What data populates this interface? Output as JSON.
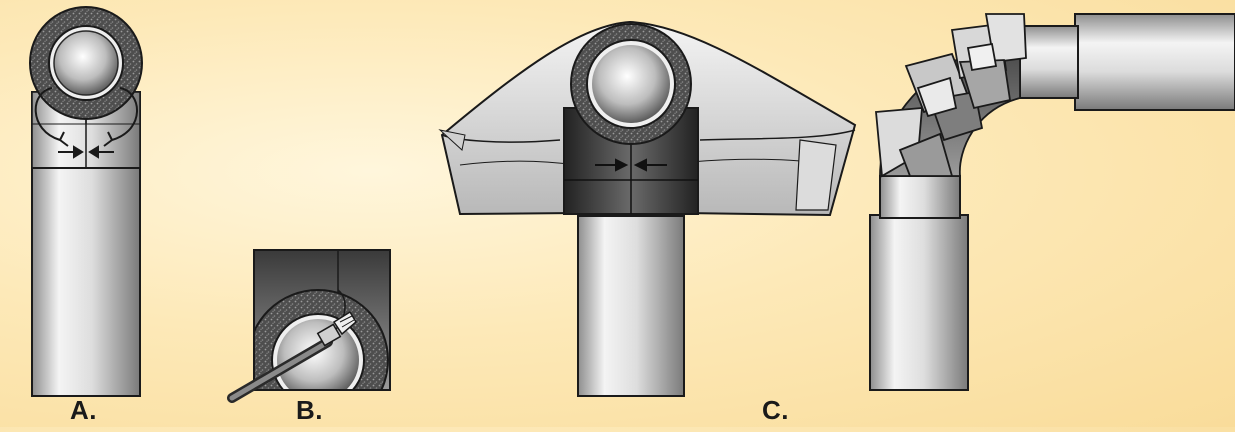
{
  "figure": {
    "panels": [
      {
        "id": "A",
        "label": "A."
      },
      {
        "id": "B",
        "label": "B."
      },
      {
        "id": "C",
        "label": "C."
      }
    ]
  },
  "colors": {
    "background_light": "#fff6dc",
    "background_dark": "#f9dc9a",
    "pipe_light": "#f4f4f4",
    "pipe_dark": "#8e8e8e",
    "insulation": "#5a5a5a",
    "insulation_speckle": "#9a9a9a",
    "tape_light": "#f0f0f0",
    "tape_dark": "#b5b5b5",
    "outline": "#1a1a1a"
  },
  "icons": [
    "rotation-arrows-icon",
    "seam-arrows-icon",
    "glue-brush-icon"
  ]
}
